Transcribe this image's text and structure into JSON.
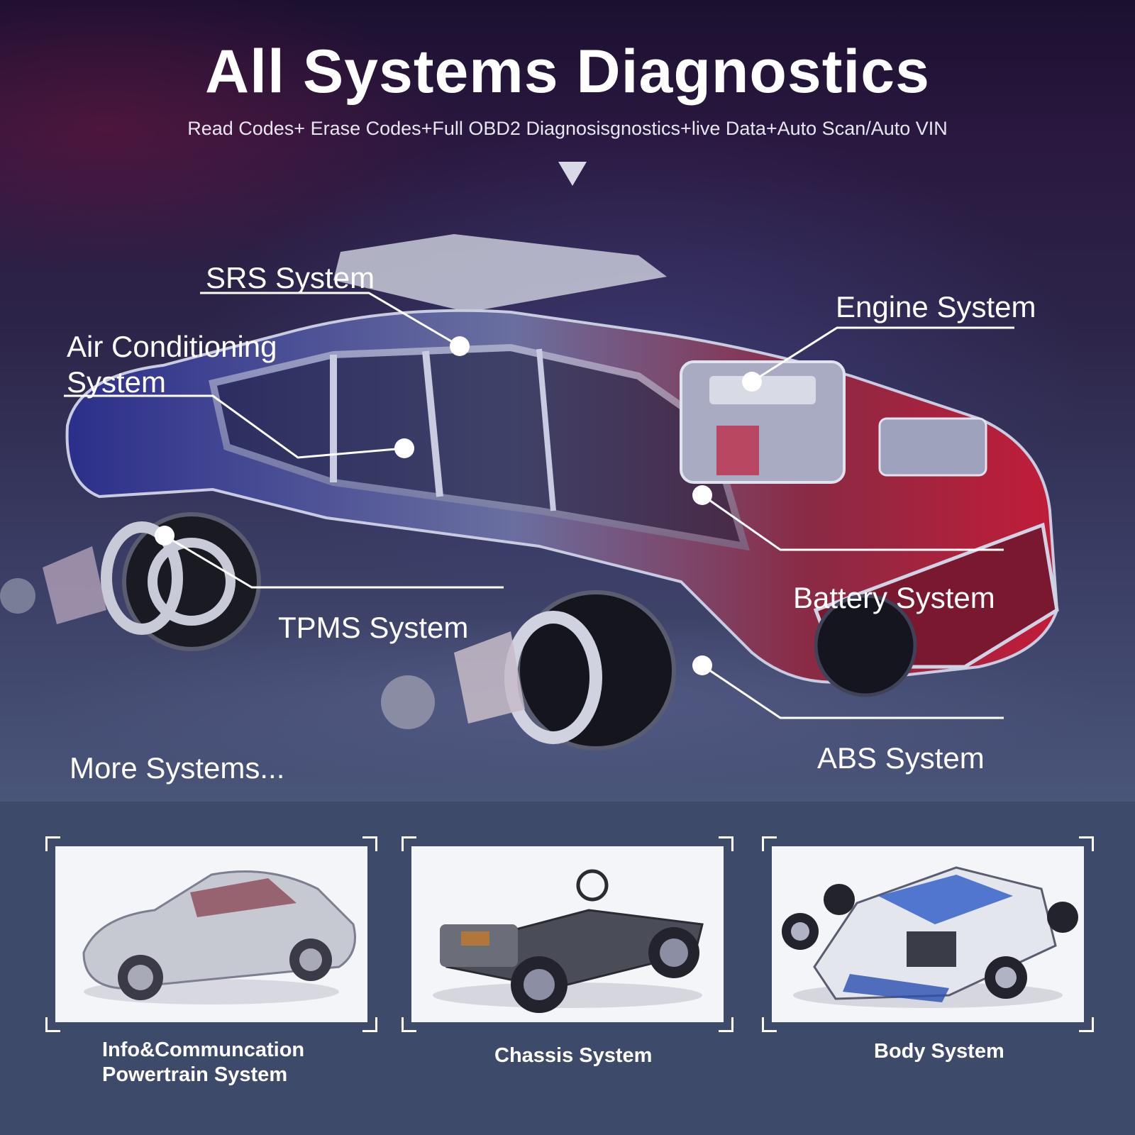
{
  "header": {
    "title": "All Systems Diagnostics",
    "subtitle": "Read Codes+ Erase Codes+Full OBD2 Diagnosisgnostics+live Data+Auto Scan/Auto VIN",
    "arrow_icon": "triangle-down-icon"
  },
  "callouts": {
    "srs": "SRS System",
    "air_conditioning_line1": "Air Conditioning",
    "air_conditioning_line2": "System",
    "engine": "Engine System",
    "battery": "Battery System",
    "tpms": "TPMS System",
    "abs": "ABS System",
    "more": "More Systems..."
  },
  "cards": [
    {
      "label_line1": "Info&Communcation",
      "label_line2": "Powertrain System"
    },
    {
      "label_line1": "Chassis System"
    },
    {
      "label_line1": "Body System"
    }
  ],
  "colors": {
    "accent_red": "#d0203a",
    "text": "#ffffff",
    "panel": "#3e4a6a"
  }
}
